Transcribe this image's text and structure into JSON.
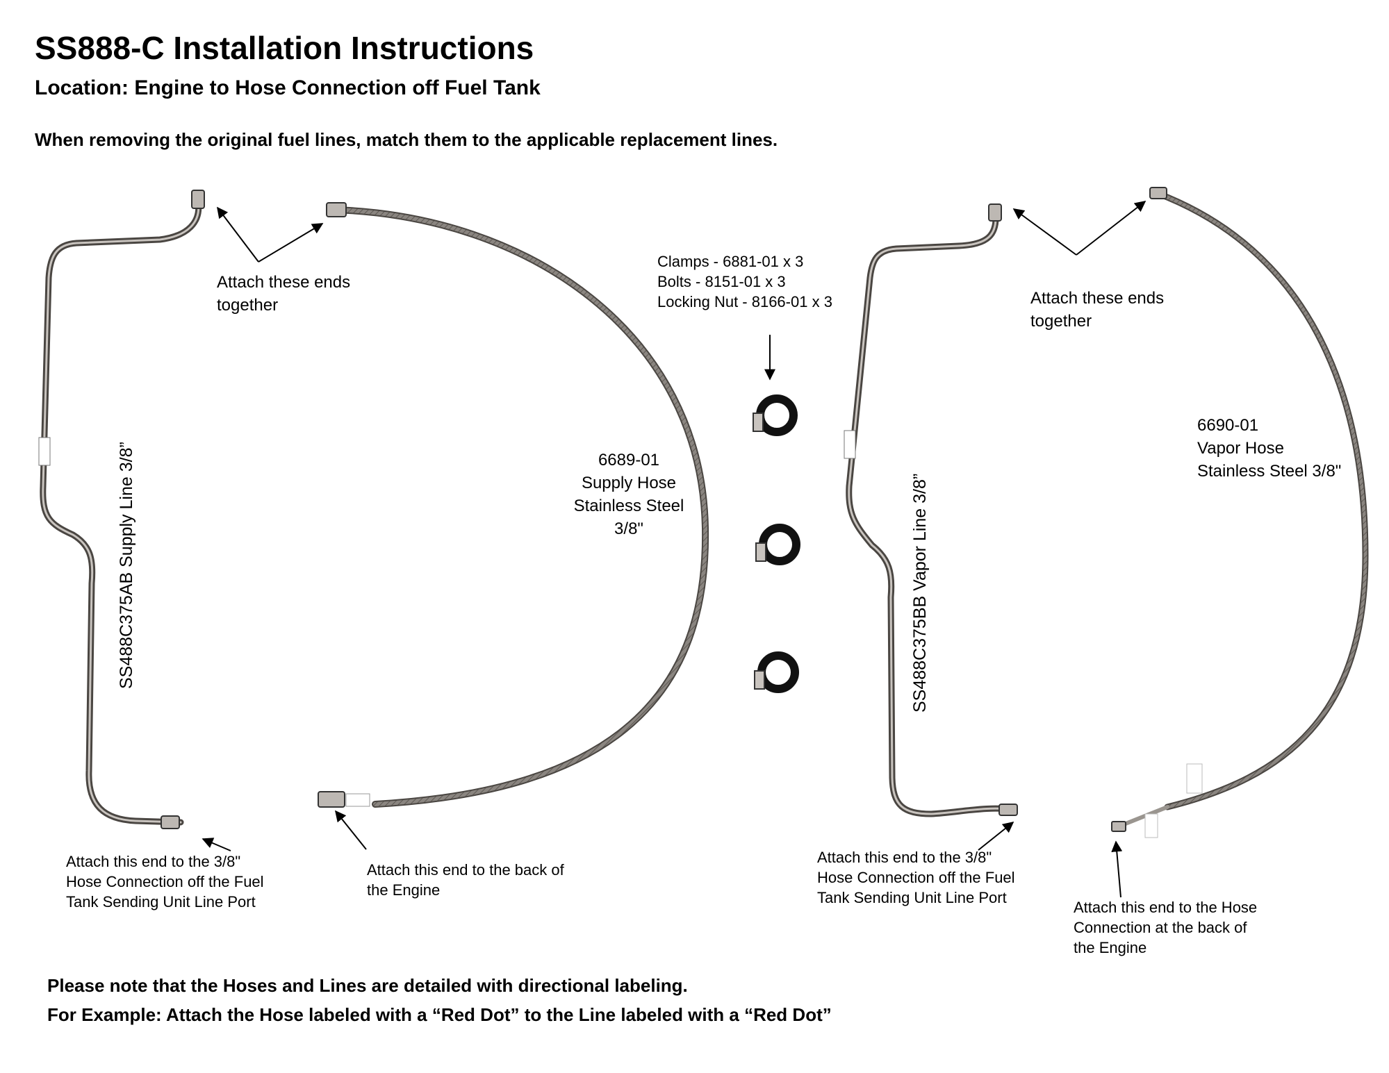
{
  "header": {
    "title": "SS888-C Installation Instructions",
    "location": "Location: Engine to Hose Connection off Fuel Tank",
    "instruction": "When removing the original fuel lines, match them to the applicable replacement lines."
  },
  "supply": {
    "line_label": "SS488C375AB Supply Line 3/8”",
    "hose_label": "6689-01\nSupply Hose\nStainless Steel\n3/8\"",
    "attach_together": "Attach these ends\ntogether",
    "attach_tank": "Attach this end to the 3/8\"\nHose Connection off the Fuel\nTank Sending Unit Line Port",
    "attach_engine": "Attach this end to the back of\nthe Engine"
  },
  "hardware": {
    "text": "Clamps - 6881-01 x 3\nBolts - 8151-01 x 3\nLocking Nut - 8166-01 x 3"
  },
  "vapor": {
    "line_label": "SS488C375BB Vapor Line 3/8”",
    "hose_label": "6690-01\nVapor Hose\nStainless Steel 3/8\"",
    "attach_together": "Attach these ends\ntogether",
    "attach_tank": "Attach this end to the 3/8\"\nHose Connection off the Fuel\nTank Sending Unit Line Port",
    "attach_engine": "Attach this end to the Hose\nConnection at the back of\nthe Engine"
  },
  "footer": {
    "note1": "Please note that the Hoses and Lines are detailed with directional labeling.",
    "note2": "For Example: Attach the Hose labeled with a “Red Dot” to the Line labeled with a “Red Dot”"
  },
  "colors": {
    "tube": "#8a8580",
    "tube_dark": "#4a4642",
    "clamp": "#111111",
    "arrow": "#000000"
  }
}
